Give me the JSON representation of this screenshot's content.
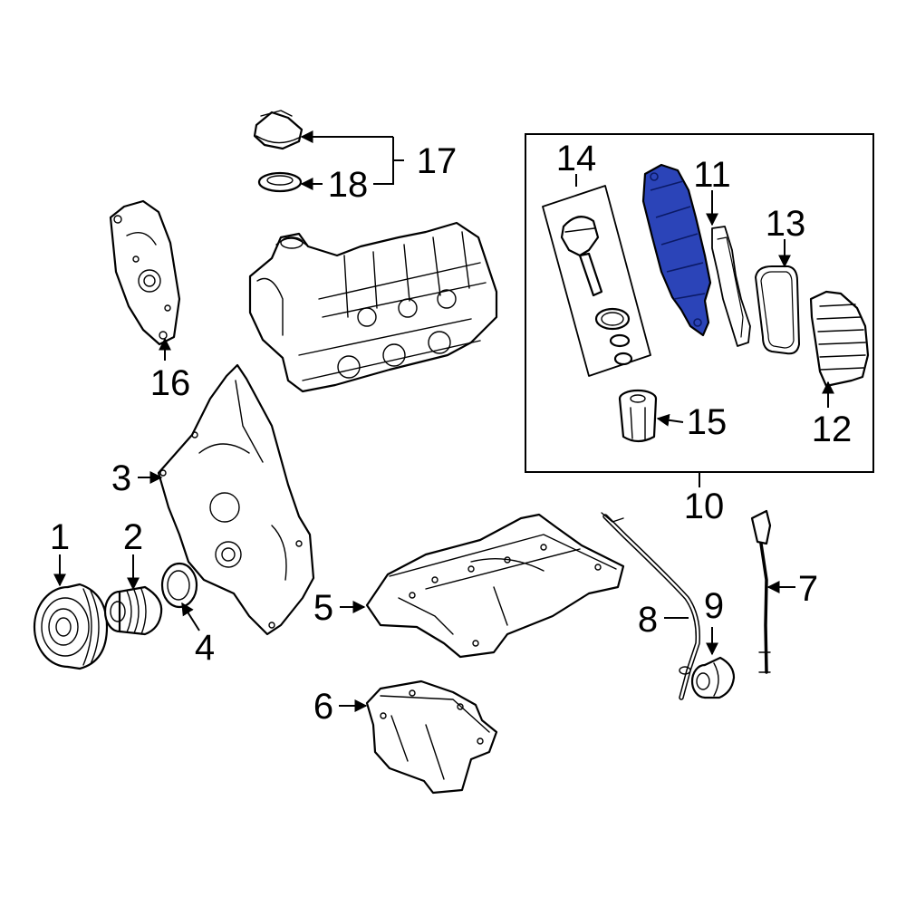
{
  "diagram": {
    "highlight_color": "#2b44b8",
    "callouts": [
      {
        "id": "c1",
        "label": "1"
      },
      {
        "id": "c2",
        "label": "2"
      },
      {
        "id": "c3",
        "label": "3"
      },
      {
        "id": "c4",
        "label": "4"
      },
      {
        "id": "c5",
        "label": "5"
      },
      {
        "id": "c6",
        "label": "6"
      },
      {
        "id": "c7",
        "label": "7"
      },
      {
        "id": "c8",
        "label": "8"
      },
      {
        "id": "c9",
        "label": "9"
      },
      {
        "id": "c10",
        "label": "10"
      },
      {
        "id": "c11",
        "label": "11",
        "highlighted_part": true
      },
      {
        "id": "c12",
        "label": "12"
      },
      {
        "id": "c13",
        "label": "13"
      },
      {
        "id": "c14",
        "label": "14"
      },
      {
        "id": "c15",
        "label": "15"
      },
      {
        "id": "c16",
        "label": "16"
      },
      {
        "id": "c17",
        "label": "17"
      },
      {
        "id": "c18",
        "label": "18"
      }
    ]
  }
}
